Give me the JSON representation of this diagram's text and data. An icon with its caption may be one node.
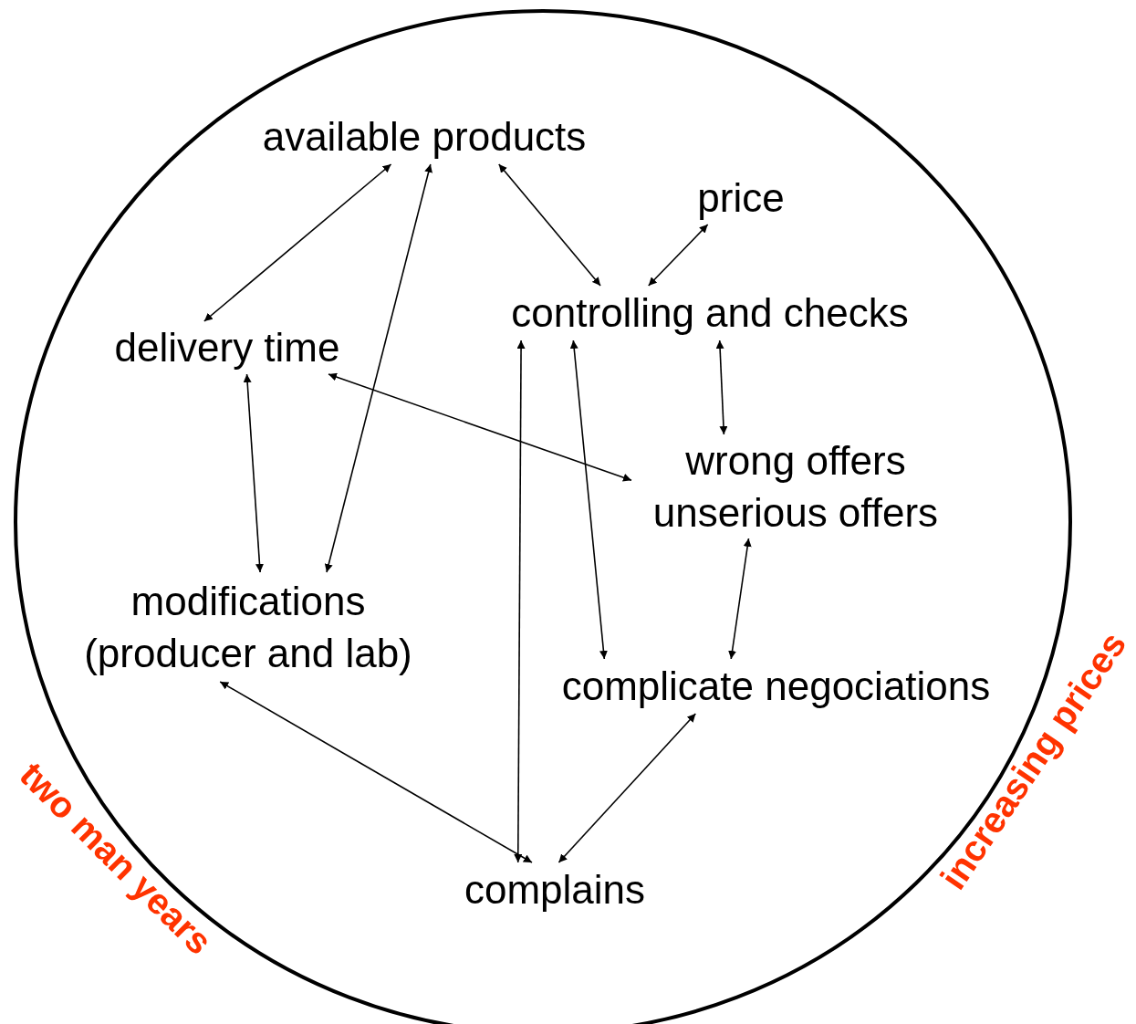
{
  "diagram": {
    "nodes": [
      {
        "text": [
          "available products"
        ]
      },
      {
        "text": [
          "price"
        ]
      },
      {
        "text": [
          "controlling and checks"
        ]
      },
      {
        "text": [
          "delivery time"
        ]
      },
      {
        "text": [
          "wrong offers unserious offers"
        ]
      },
      {
        "text": [
          "modifications (producer and lab)"
        ]
      },
      {
        "text": [
          "complicate negociations"
        ]
      },
      {
        "text": [
          "complains"
        ]
      }
    ],
    "edges": [
      {
        "from": 0,
        "to": 3,
        "arrow": "both"
      },
      {
        "from": 0,
        "to": 5,
        "arrow": "both"
      },
      {
        "from": 0,
        "to": 2,
        "arrow": "both"
      },
      {
        "from": 1,
        "to": 2,
        "arrow": "both"
      },
      {
        "from": 2,
        "to": 4,
        "arrow": "both"
      },
      {
        "from": 2,
        "to": 7,
        "arrow": "both"
      },
      {
        "from": 2,
        "to": 6,
        "arrow": "both"
      },
      {
        "from": 3,
        "to": 4,
        "arrow": "both"
      },
      {
        "from": 3,
        "to": 5,
        "arrow": "both"
      },
      {
        "from": 4,
        "to": 6,
        "arrow": "both"
      },
      {
        "from": 5,
        "to": 7,
        "arrow": "both"
      },
      {
        "from": 6,
        "to": 7,
        "arrow": "both"
      }
    ],
    "labels": [
      "two man years",
      "increasing prices"
    ]
  }
}
